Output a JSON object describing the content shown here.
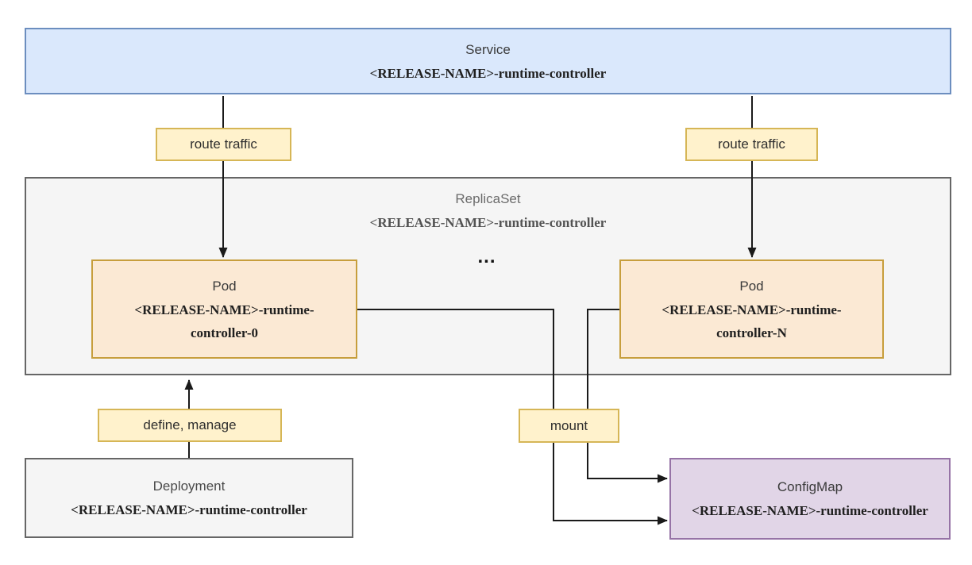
{
  "nodes": {
    "service": {
      "title": "Service",
      "subtitle": "<RELEASE-NAME>-runtime-controller",
      "fill": "#dae8fc",
      "stroke": "#6c8ebf"
    },
    "replicaset": {
      "title": "ReplicaSet",
      "subtitle": "<RELEASE-NAME>-runtime-controller",
      "fill": "#f5f5f5",
      "stroke": "#666666"
    },
    "pod_0": {
      "title": "Pod",
      "subtitle": "<RELEASE-NAME>-runtime-controller-0",
      "fill": "#fbe9d4",
      "stroke": "#c79e3c"
    },
    "pod_n": {
      "title": "Pod",
      "subtitle": "<RELEASE-NAME>-runtime-controller-N",
      "fill": "#fbe9d4",
      "stroke": "#c79e3c"
    },
    "deployment": {
      "title": "Deployment",
      "subtitle": "<RELEASE-NAME>-runtime-controller",
      "fill": "#f5f5f5",
      "stroke": "#666666"
    },
    "configmap": {
      "title": "ConfigMap",
      "subtitle": "<RELEASE-NAME>-runtime-controller",
      "fill": "#e1d5e7",
      "stroke": "#9673a6"
    }
  },
  "edge_labels": {
    "route_traffic_left": {
      "text": "route traffic",
      "fill": "#fff2cc",
      "stroke": "#d6b656"
    },
    "route_traffic_right": {
      "text": "route traffic",
      "fill": "#fff2cc",
      "stroke": "#d6b656"
    },
    "define_manage": {
      "text": "define, manage",
      "fill": "#fff2cc",
      "stroke": "#d6b656"
    },
    "mount": {
      "text": "mount",
      "fill": "#fff2cc",
      "stroke": "#d6b656"
    }
  },
  "ellipsis": "...",
  "edge_color": "#1a1a1a"
}
